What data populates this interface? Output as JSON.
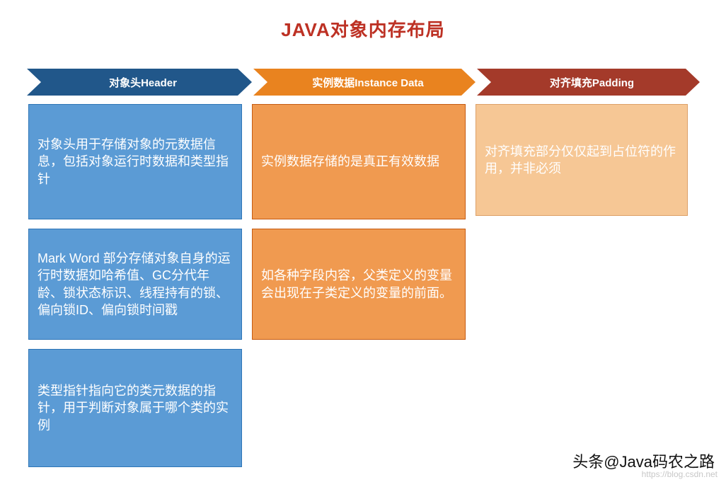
{
  "page": {
    "title": "JAVA对象内存布局"
  },
  "columns": [
    {
      "header": "对象头Header",
      "boxes": [
        "对象头用于存储对象的元数据信息，包括对象运行时数据和类型指针",
        "Mark Word 部分存储对象自身的运行时数据如哈希值、GC分代年龄、锁状态标识、线程持有的锁、偏向锁ID、偏向锁时间戳",
        "类型指针指向它的类元数据的指针，用于判断对象属于哪个类的实例"
      ]
    },
    {
      "header": "实例数据Instance Data",
      "boxes": [
        "实例数据存储的是真正有效数据",
        "如各种字段内容，父类定义的变量会出现在子类定义的变量的前面。"
      ]
    },
    {
      "header": "对齐填充Padding",
      "boxes": [
        "对齐填充部分仅仅起到占位符的作用，并非必须"
      ]
    }
  ],
  "footer": {
    "signature": "头条@Java码农之路",
    "watermark": "https://blog.csdn.net"
  },
  "colors": {
    "title_color": "#bd3124",
    "header_blue": "#21578a",
    "header_orange": "#e9831f",
    "header_red": "#a43a2a",
    "box_blue": "#5b9bd5",
    "box_blue_border": "#2e75b6",
    "box_orange": "#f09a50",
    "box_orange_border": "#c55a11",
    "box_peach": "#f6c795",
    "box_peach_border": "#dca068"
  }
}
